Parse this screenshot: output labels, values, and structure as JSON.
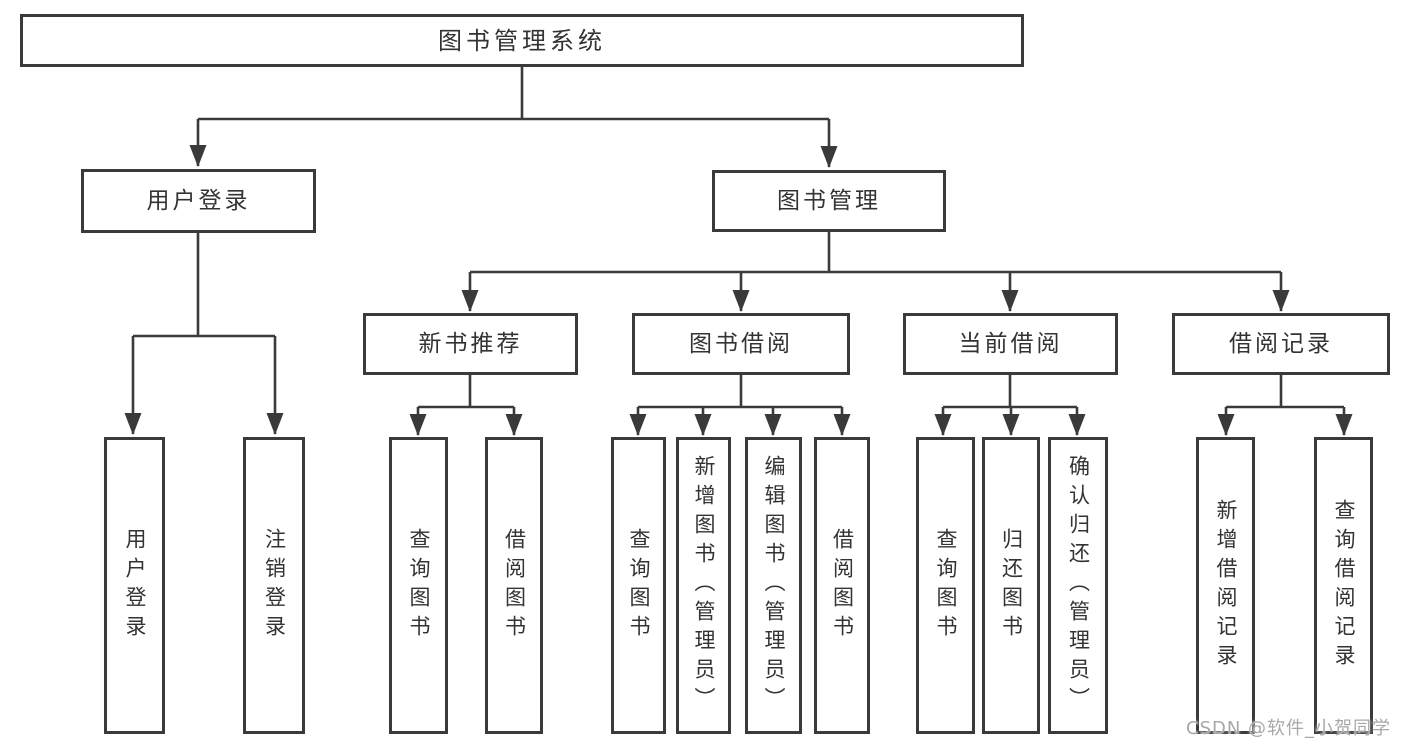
{
  "colors": {
    "line": "#3a3a3a",
    "text": "#333333",
    "box_bg": "#ffffff",
    "watermark": "#a8a8a8"
  },
  "nodes": {
    "root": {
      "label": "图书管理系统"
    },
    "user_login": {
      "label": "用户登录"
    },
    "book_management": {
      "label": "图书管理"
    },
    "new_book_recommend": {
      "label": "新书推荐"
    },
    "book_borrowing": {
      "label": "图书借阅"
    },
    "current_borrowing": {
      "label": "当前借阅"
    },
    "borrowing_records": {
      "label": "借阅记录"
    }
  },
  "leaves": {
    "user_login_action": {
      "label": "用户登录"
    },
    "logout_action": {
      "label": "注销登录"
    },
    "recommend_query_books": {
      "label": "查询图书"
    },
    "recommend_borrow_books": {
      "label": "借阅图书"
    },
    "borrowing_query_books": {
      "label": "查询图书"
    },
    "borrowing_add_books": {
      "label": "新增图书（管理员）"
    },
    "borrowing_edit_books": {
      "label": "编辑图书（管理员）"
    },
    "borrowing_borrow_books": {
      "label": "借阅图书"
    },
    "current_query_books": {
      "label": "查询图书"
    },
    "current_return_books": {
      "label": "归还图书"
    },
    "current_confirm_return": {
      "label": "确认归还（管理员）"
    },
    "records_add_record": {
      "label": "新增借阅记录"
    },
    "records_query_record": {
      "label": "查询借阅记录"
    }
  },
  "watermark": {
    "text": "CSDN @软件_小贺同学"
  }
}
